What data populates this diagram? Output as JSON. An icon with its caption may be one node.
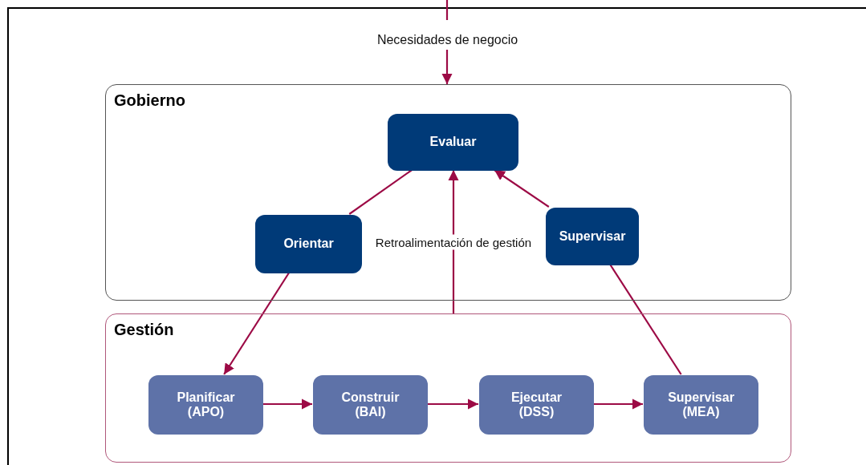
{
  "diagram": {
    "nodes": [
      {
        "text": [
          "Necesidades de negocio"
        ]
      },
      {
        "text": [
          "Gobierno"
        ]
      },
      {
        "text": [
          "Evaluar"
        ],
        "in": 1
      },
      {
        "text": [
          "Orientar"
        ],
        "in": 1
      },
      {
        "text": [
          "Supervisar"
        ],
        "in": 1
      },
      {
        "text": [
          "Gestión"
        ]
      },
      {
        "text": [
          "Planificar (APO)"
        ],
        "in": 5
      },
      {
        "text": [
          "Construir (BAI)"
        ],
        "in": 5
      },
      {
        "text": [
          "Ejecutar (DSS)"
        ],
        "in": 5
      },
      {
        "text": [
          "Supervisar (MEA)"
        ],
        "in": 5
      }
    ],
    "edges": [
      {
        "from": null,
        "to": 0,
        "arrow": "none"
      },
      {
        "from": 0,
        "to": 1,
        "arrow": "to"
      },
      {
        "from": 2,
        "to": 3,
        "arrow": "none"
      },
      {
        "from": 3,
        "to": 6,
        "arrow": "to"
      },
      {
        "from": 6,
        "to": 7,
        "arrow": "to"
      },
      {
        "from": 7,
        "to": 8,
        "arrow": "to"
      },
      {
        "from": 8,
        "to": 9,
        "arrow": "to"
      },
      {
        "from": 9,
        "to": 4,
        "arrow": "none"
      },
      {
        "from": 4,
        "to": 2,
        "arrow": "to"
      },
      {
        "from": 5,
        "to": 2,
        "arrow": "to",
        "label": "Retroalimentación de gestión"
      }
    ]
  }
}
